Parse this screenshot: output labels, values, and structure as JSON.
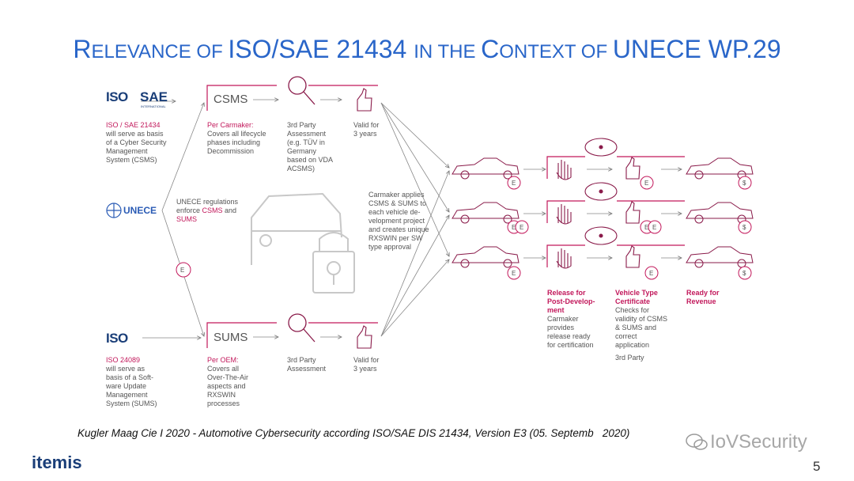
{
  "title": {
    "p1a": "R",
    "p1b": "ELEVANCE OF ",
    "p2": "ISO/SAE 21434 ",
    "p3": "IN THE ",
    "p4a": "C",
    "p4b": "ONTEXT OF ",
    "p5": "UNECE WP.29"
  },
  "logos": {
    "iso": "ISO",
    "sae": "SAE",
    "sae_sub": "INTERNATIONAL",
    "unece": "UNECE",
    "iso2": "ISO",
    "brand": "itemis"
  },
  "csms": {
    "box_label": "CSMS",
    "iso_desc": [
      "ISO / SAE 21434",
      "will serve as basis",
      "of a Cyber Security",
      "Management",
      "System (CSMS)"
    ],
    "carmaker_head": "Per Carmaker:",
    "carmaker_desc": [
      "Covers all lifecycle",
      "phases including",
      "Decommission"
    ],
    "assessment": [
      "3rd Party",
      "Assessment",
      "(e.g. TÜV in",
      "Germany",
      "based on VDA",
      "ACSMS)"
    ],
    "valid": [
      "Valid for",
      "3 years"
    ]
  },
  "unece": {
    "line1": "UNECE regulations",
    "line2_pre": "enforce ",
    "line2_hl": "CSMS",
    "line2_post": " and",
    "line3_hl": "SUMS"
  },
  "carmaker_applies": [
    "Carmaker applies",
    "CSMS & SUMS to",
    "each vehicle de-",
    "velopment project",
    "and creates unique",
    "RXSWIN per SW",
    "type approval"
  ],
  "sums": {
    "box_label": "SUMS",
    "iso_desc": [
      "ISO 24089",
      "will serve as",
      "basis of a Soft-",
      "ware Update",
      "Management",
      "System (SUMS)"
    ],
    "oem_head": "Per OEM:",
    "oem_desc": [
      "Covers all",
      "Over-The-Air",
      "aspects and",
      "RXSWIN",
      "processes"
    ],
    "assessment": [
      "3rd Party",
      "Assessment"
    ],
    "valid": [
      "Valid for",
      "3 years"
    ]
  },
  "stages": {
    "release_head": [
      "Release for",
      "Post-Develop-",
      "ment"
    ],
    "release_desc": [
      "Carmaker",
      "provides",
      "release ready",
      "for certification"
    ],
    "vtc_head": [
      "Vehicle Type",
      "Certificate"
    ],
    "vtc_desc": [
      "Checks for",
      "validity of CSMS",
      "& SUMS and",
      "correct",
      "application"
    ],
    "vtc_party": "3rd Party",
    "ready_head": [
      "Ready for",
      "Revenue"
    ]
  },
  "icons": {
    "e_badge": "E",
    "dollar": "$"
  },
  "citation": "Kugler Maag Cie I 2020 - Automotive Cybersecurity according ISO/SAE DIS 21434, Version E3 (05. Septemb",
  "citation_tail": "2020)",
  "watermark": "IoVSecurity",
  "page_number": "5",
  "colors": {
    "accent": "#c2185b",
    "title": "#2a66c9",
    "brand": "#1a3e78",
    "gray": "#555555"
  }
}
